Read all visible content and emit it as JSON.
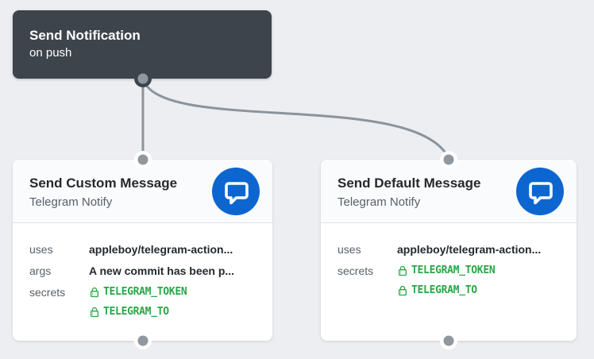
{
  "colors": {
    "page-bg": "#eceef1",
    "card-dark-bg": "#3d444c",
    "card-bg": "#ffffff",
    "card-header-bg": "#fafbfc",
    "card-border": "#e1e4e8",
    "title-text": "#24292e",
    "muted-text": "#586069",
    "white-text": "#ffffff",
    "accent-blue": "#0d66d0",
    "secret-green": "#28a745",
    "connector-gray": "#8b939c",
    "dot-gray": "#8f979f"
  },
  "trigger": {
    "title": "Send Notification",
    "event": "on push"
  },
  "jobs": [
    {
      "title": "Send Custom Message",
      "app_name": "Telegram Notify",
      "icon": "comment-icon",
      "fields": [
        {
          "label": "uses",
          "value": "appleboy/telegram-action..."
        },
        {
          "label": "args",
          "value": "A new commit has been p..."
        }
      ],
      "secrets_label": "secrets",
      "secrets": [
        "TELEGRAM_TOKEN",
        "TELEGRAM_TO"
      ]
    },
    {
      "title": "Send Default Message",
      "app_name": "Telegram Notify",
      "icon": "comment-icon",
      "fields": [
        {
          "label": "uses",
          "value": "appleboy/telegram-action..."
        }
      ],
      "secrets_label": "secrets",
      "secrets": [
        "TELEGRAM_TOKEN",
        "TELEGRAM_TO"
      ]
    }
  ]
}
